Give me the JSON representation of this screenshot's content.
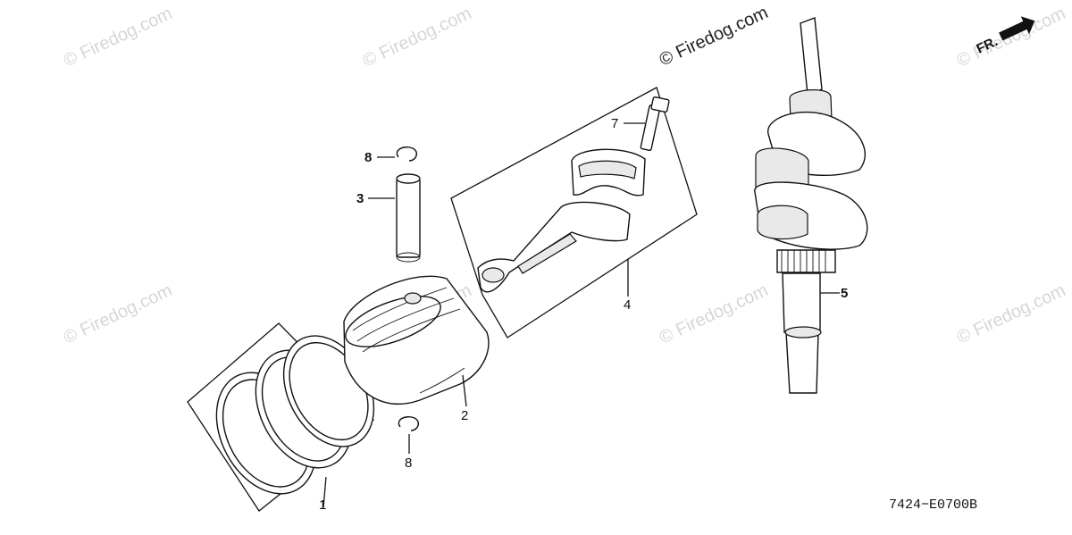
{
  "watermark": {
    "text": "© Firedog.com",
    "color_light": "#d6d6d6",
    "color_dark": "#222222"
  },
  "direction_marker": {
    "label": "FR."
  },
  "callouts": {
    "piston_ring_set": "1",
    "piston": "2",
    "piston_pin": "3",
    "connecting_rod": "4",
    "crankshaft": "5",
    "rod_bolt": "7",
    "pin_clip_top": "8",
    "pin_clip_bottom": "8"
  },
  "diagram_code": "7424−E0700B"
}
